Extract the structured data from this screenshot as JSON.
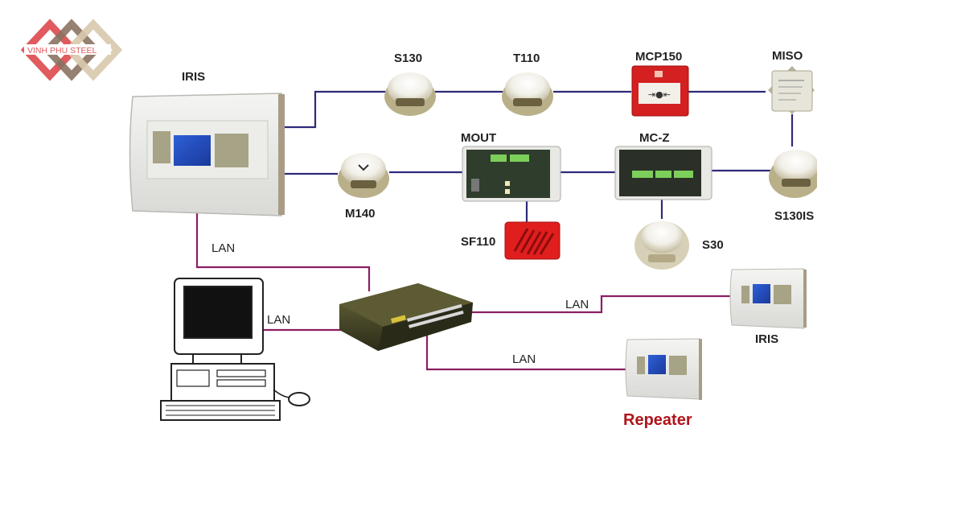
{
  "brand": {
    "logo_text": "VINH PHU STEEL"
  },
  "colors": {
    "loop_line": "#2e2a7a",
    "lan_line": "#8a1f63",
    "repeater_text": "#b0141c",
    "logo_red": "#e05a5e",
    "logo_brown": "#8a7262",
    "logo_tan": "#d8c9ad"
  },
  "devices": {
    "iris_main": "IRIS",
    "s130": "S130",
    "t110": "T110",
    "mcp150": "MCP150",
    "miso": "MISO",
    "m140": "M140",
    "mout": "MOUT",
    "mcz": "MC-Z",
    "s130is": "S130IS",
    "sf110": "SF110",
    "s30": "S30",
    "iris_remote": "IRIS",
    "repeater": "Repeater"
  },
  "links": {
    "lan_iris": "LAN",
    "lan_pc": "LAN",
    "lan_remote_iris": "LAN",
    "lan_repeater": "LAN"
  }
}
